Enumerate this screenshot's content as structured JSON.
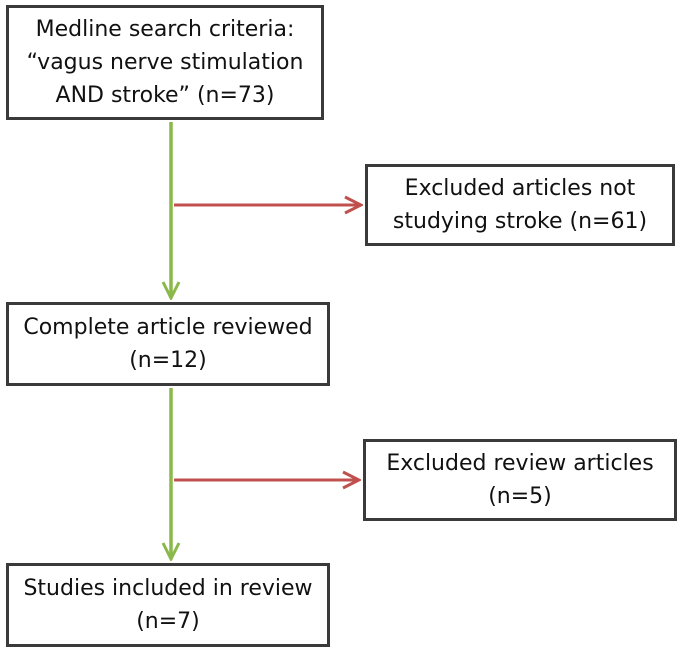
{
  "flowchart": {
    "search_box": {
      "line1": "Medline search criteria:",
      "line2": "“vagus nerve stimulation",
      "line3": "AND stroke” (n=73)"
    },
    "excluded_stroke_box": {
      "line1": "Excluded articles not",
      "line2": "studying stroke (n=61)"
    },
    "reviewed_box": {
      "line1": "Complete article reviewed",
      "line2": "(n=12)"
    },
    "excluded_review_box": {
      "line1": "Excluded review articles",
      "line2": "(n=5)"
    },
    "included_box": {
      "line1": "Studies included in review",
      "line2": "(n=7)"
    }
  },
  "colors": {
    "box_border": "#3a3a3a",
    "main_flow_arrow": "#8bb84a",
    "exclusion_arrow": "#c0504d"
  }
}
